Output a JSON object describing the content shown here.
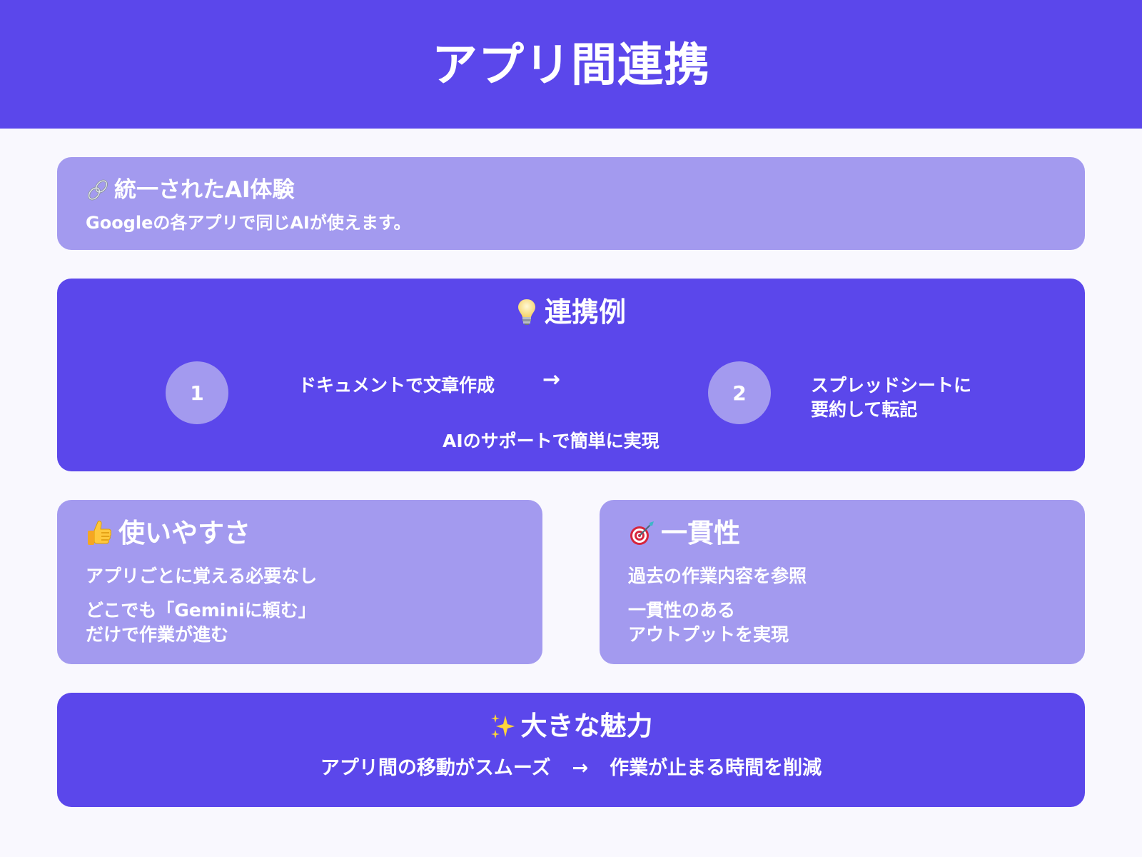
{
  "header": {
    "title": "アプリ間連携",
    "color": "#5B47EB"
  },
  "colors": {
    "primary": "#5B47EB",
    "light": "#A39AEF",
    "background": "#F9F8FE",
    "text": "#FFFFFF"
  },
  "unified": {
    "icon": "link-icon",
    "title": "統一されたAI体験",
    "description": "Googleの各アプリで同じAIが使えます。"
  },
  "example": {
    "icon": "light-bulb-icon",
    "title": "連携例",
    "steps": [
      {
        "number": "1",
        "text": "ドキュメントで文章作成"
      },
      {
        "number": "2",
        "text_line1": "スプレッドシートに",
        "text_line2": "要約して転記"
      }
    ],
    "arrow": "→",
    "note": "AIのサポートで簡単に実現"
  },
  "ease": {
    "icon": "thumbs-up-icon",
    "title": "使いやすさ",
    "line1": "アプリごとに覚える必要なし",
    "line2a": "どこでも「Geminiに頼む」",
    "line2b": "だけで作業が進む"
  },
  "consistency": {
    "icon": "target-icon",
    "title": "一貫性",
    "line1": "過去の作業内容を参照",
    "line2a": "一貫性のある",
    "line2b": "アウトプットを実現"
  },
  "appeal": {
    "icon": "sparkles-icon",
    "title": "大きな魅力",
    "from": "アプリ間の移動がスムーズ",
    "arrow": "→",
    "to": "作業が止まる時間を削減"
  }
}
